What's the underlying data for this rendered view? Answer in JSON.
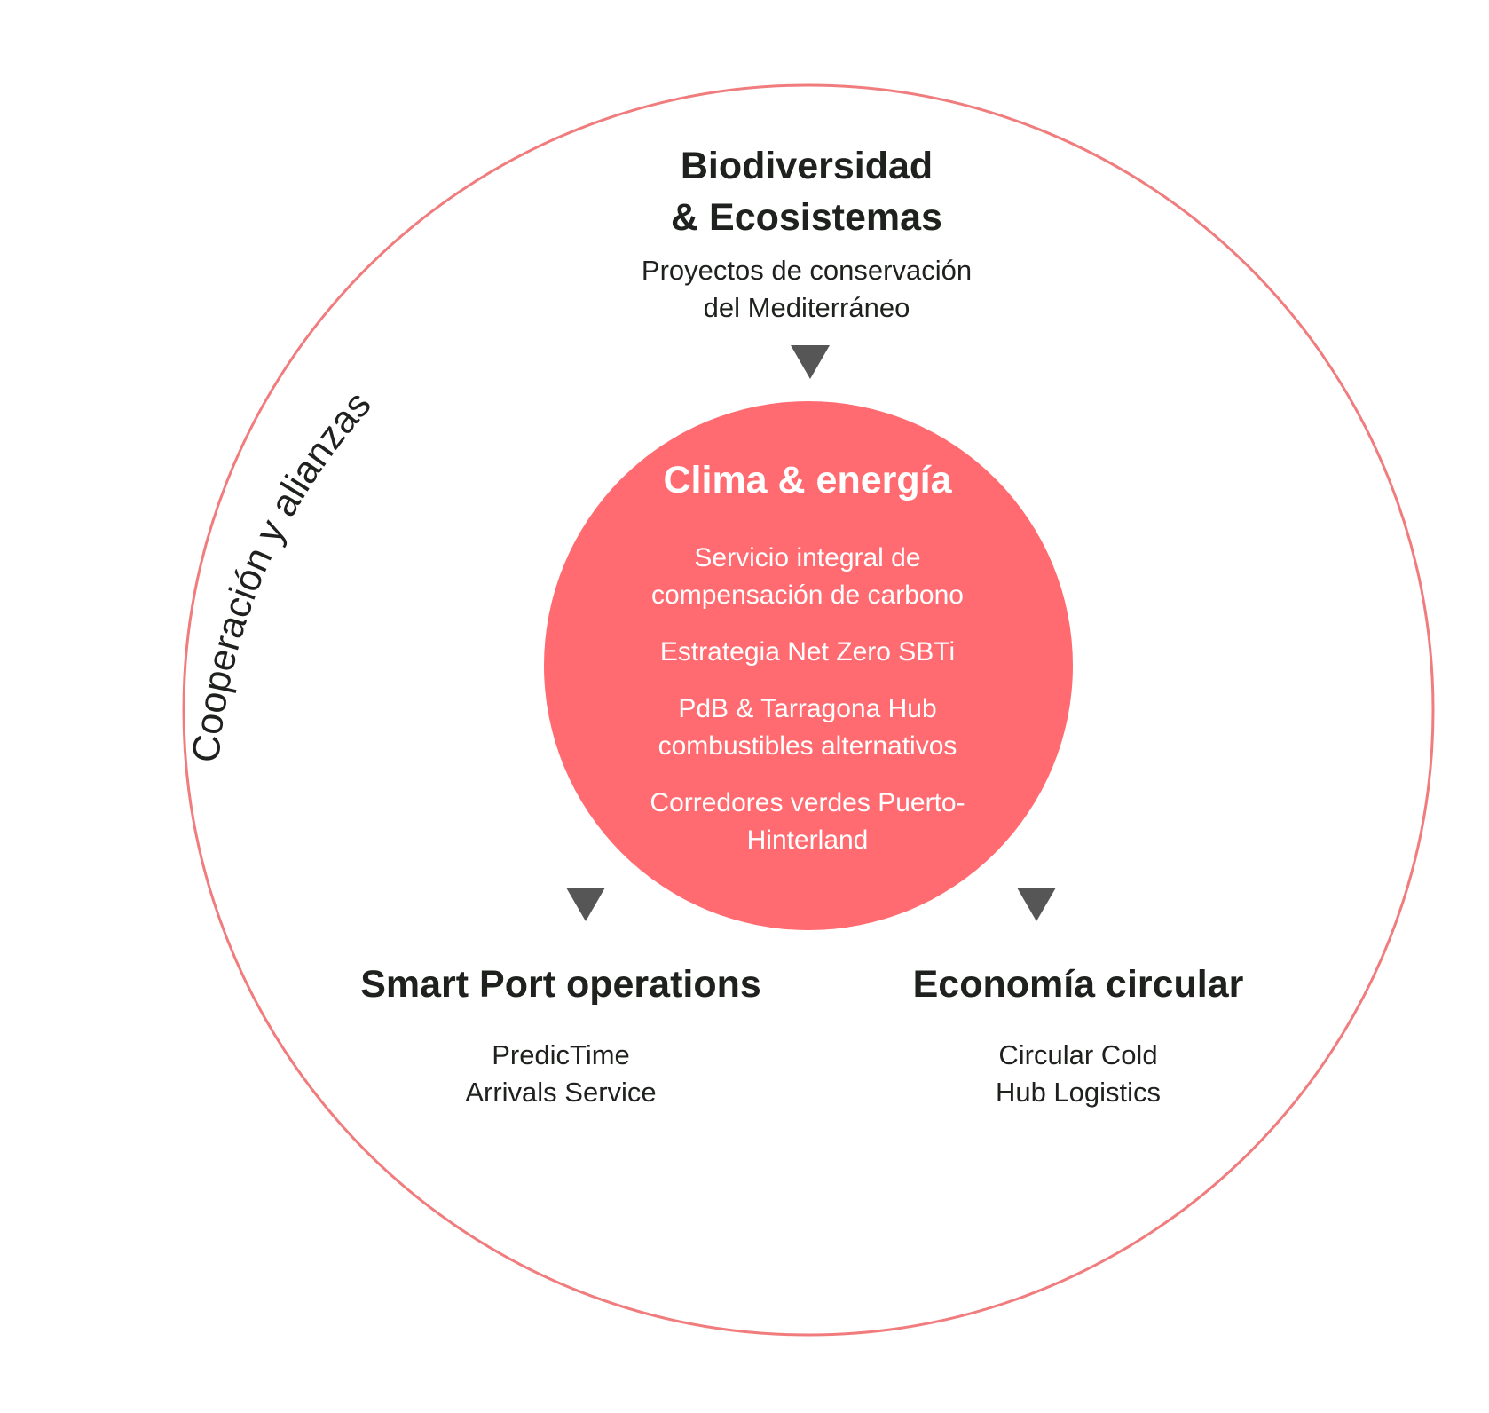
{
  "colors": {
    "outer_ring": "#f07c7e",
    "center_fill": "#ff6b70",
    "arrow": "#565656",
    "text": "#1e211e",
    "center_text": "#ffffff"
  },
  "ring_label": "Cooperación y alianzas",
  "top": {
    "title_lines": [
      "Biodiversidad",
      "& Ecosistemas"
    ],
    "sub_lines": [
      "Proyectos de conservación",
      "del Mediterráneo"
    ]
  },
  "center": {
    "title": "Clima & energía",
    "items": [
      [
        "Servicio integral de",
        "compensación de carbono"
      ],
      [
        "Estrategia Net Zero SBTi"
      ],
      [
        "PdB & Tarragona Hub",
        "combustibles alternativos"
      ],
      [
        "Corredores verdes Puerto-",
        "Hinterland"
      ]
    ]
  },
  "left": {
    "title": "Smart Port operations",
    "sub_lines": [
      "PredicTime",
      "Arrivals Service"
    ]
  },
  "right": {
    "title": "Economía circular",
    "sub_lines": [
      "Circular Cold",
      "Hub Logistics"
    ]
  }
}
